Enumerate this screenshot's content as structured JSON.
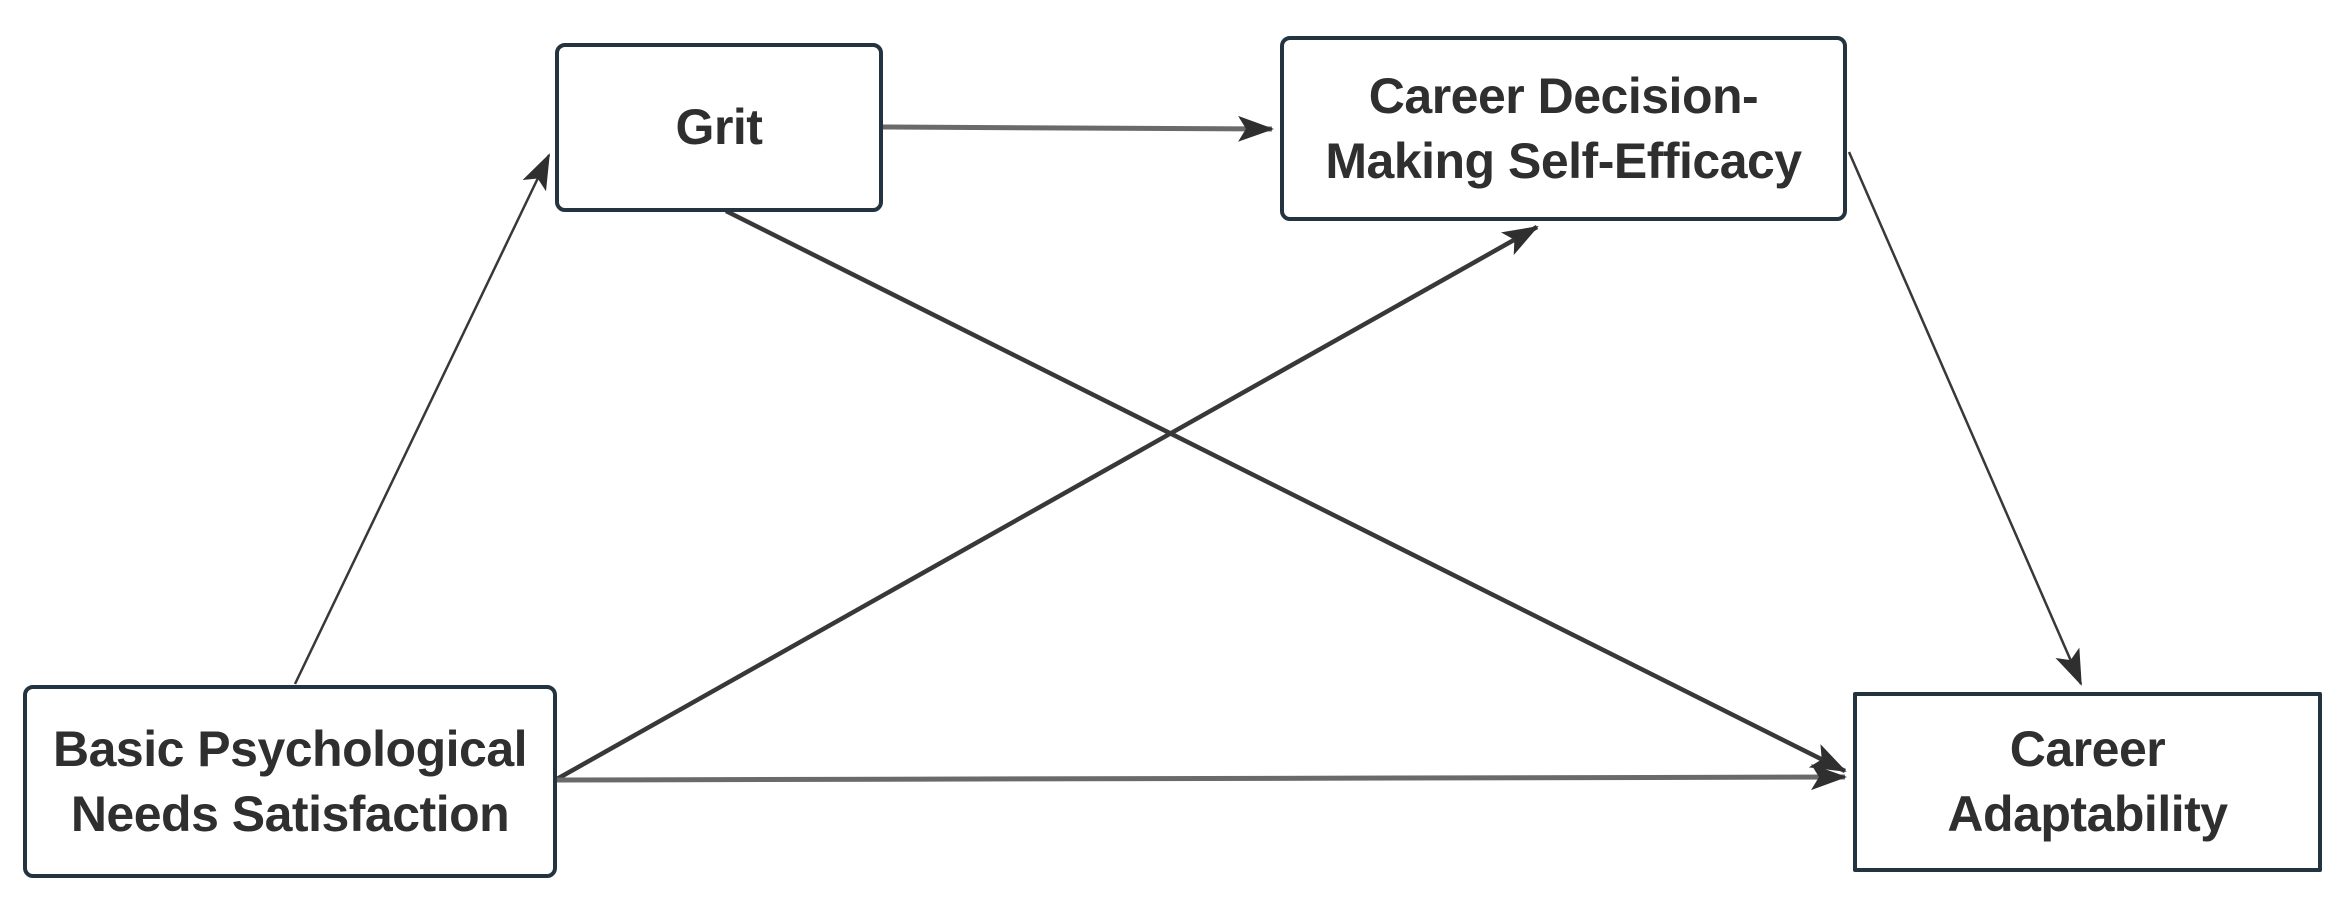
{
  "diagram": {
    "type": "path-model",
    "nodes": {
      "grit": {
        "label": "Grit"
      },
      "cdmse": {
        "line1": "Career Decision-",
        "line2": "Making Self-Efficacy"
      },
      "bpns": {
        "line1": "Basic Psychological",
        "line2": "Needs Satisfaction"
      },
      "ca": {
        "line1": "Career",
        "line2": "Adaptability"
      }
    },
    "edges": [
      {
        "id": "bpns-grit",
        "from": "bpns",
        "to": "grit",
        "style": "thin-dark"
      },
      {
        "id": "grit-cdmse",
        "from": "grit",
        "to": "cdmse",
        "style": "thick-gray"
      },
      {
        "id": "bpns-cdmse",
        "from": "bpns",
        "to": "cdmse",
        "style": "thick-dark"
      },
      {
        "id": "grit-ca",
        "from": "grit",
        "to": "ca",
        "style": "thick-dark"
      },
      {
        "id": "cdmse-ca",
        "from": "cdmse",
        "to": "ca",
        "style": "thin-dark"
      },
      {
        "id": "bpns-ca",
        "from": "bpns",
        "to": "ca",
        "style": "thick-gray"
      }
    ],
    "colors": {
      "background": "#ffffff",
      "box_border": "#233440",
      "box_fill": "#ffffff",
      "text": "#2f2f2f",
      "arrow_dark": "#383838",
      "arrow_gray": "#6a6a6a",
      "arrowhead": "#2f2f2f"
    }
  }
}
